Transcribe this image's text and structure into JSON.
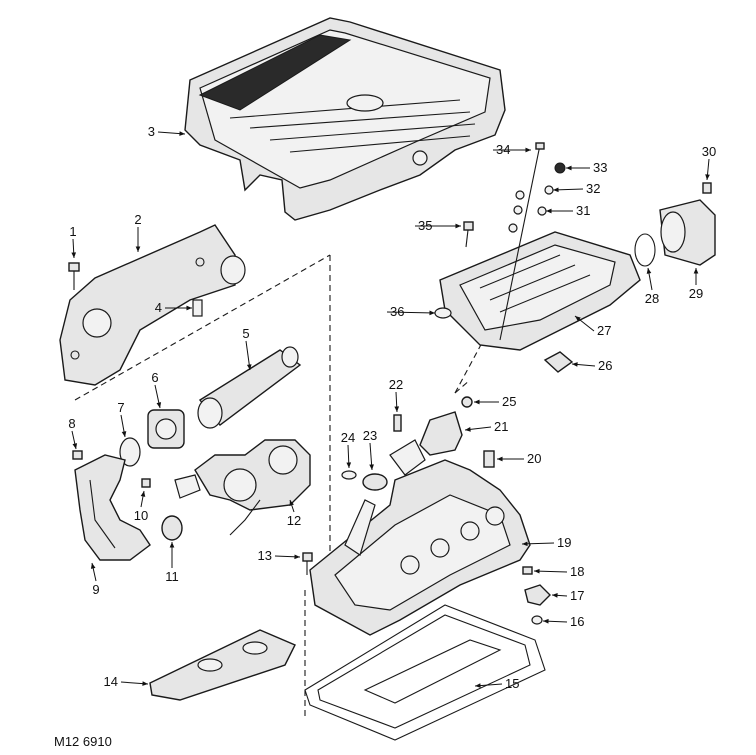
{
  "diagram": {
    "reference_code": "M12 6910",
    "callouts": [
      "1",
      "2",
      "3",
      "4",
      "5",
      "6",
      "7",
      "8",
      "9",
      "10",
      "11",
      "12",
      "13",
      "14",
      "15",
      "16",
      "17",
      "18",
      "19",
      "20",
      "21",
      "22",
      "23",
      "24",
      "25",
      "26",
      "27",
      "28",
      "29",
      "30",
      "31",
      "32",
      "33",
      "34",
      "35",
      "36"
    ]
  }
}
